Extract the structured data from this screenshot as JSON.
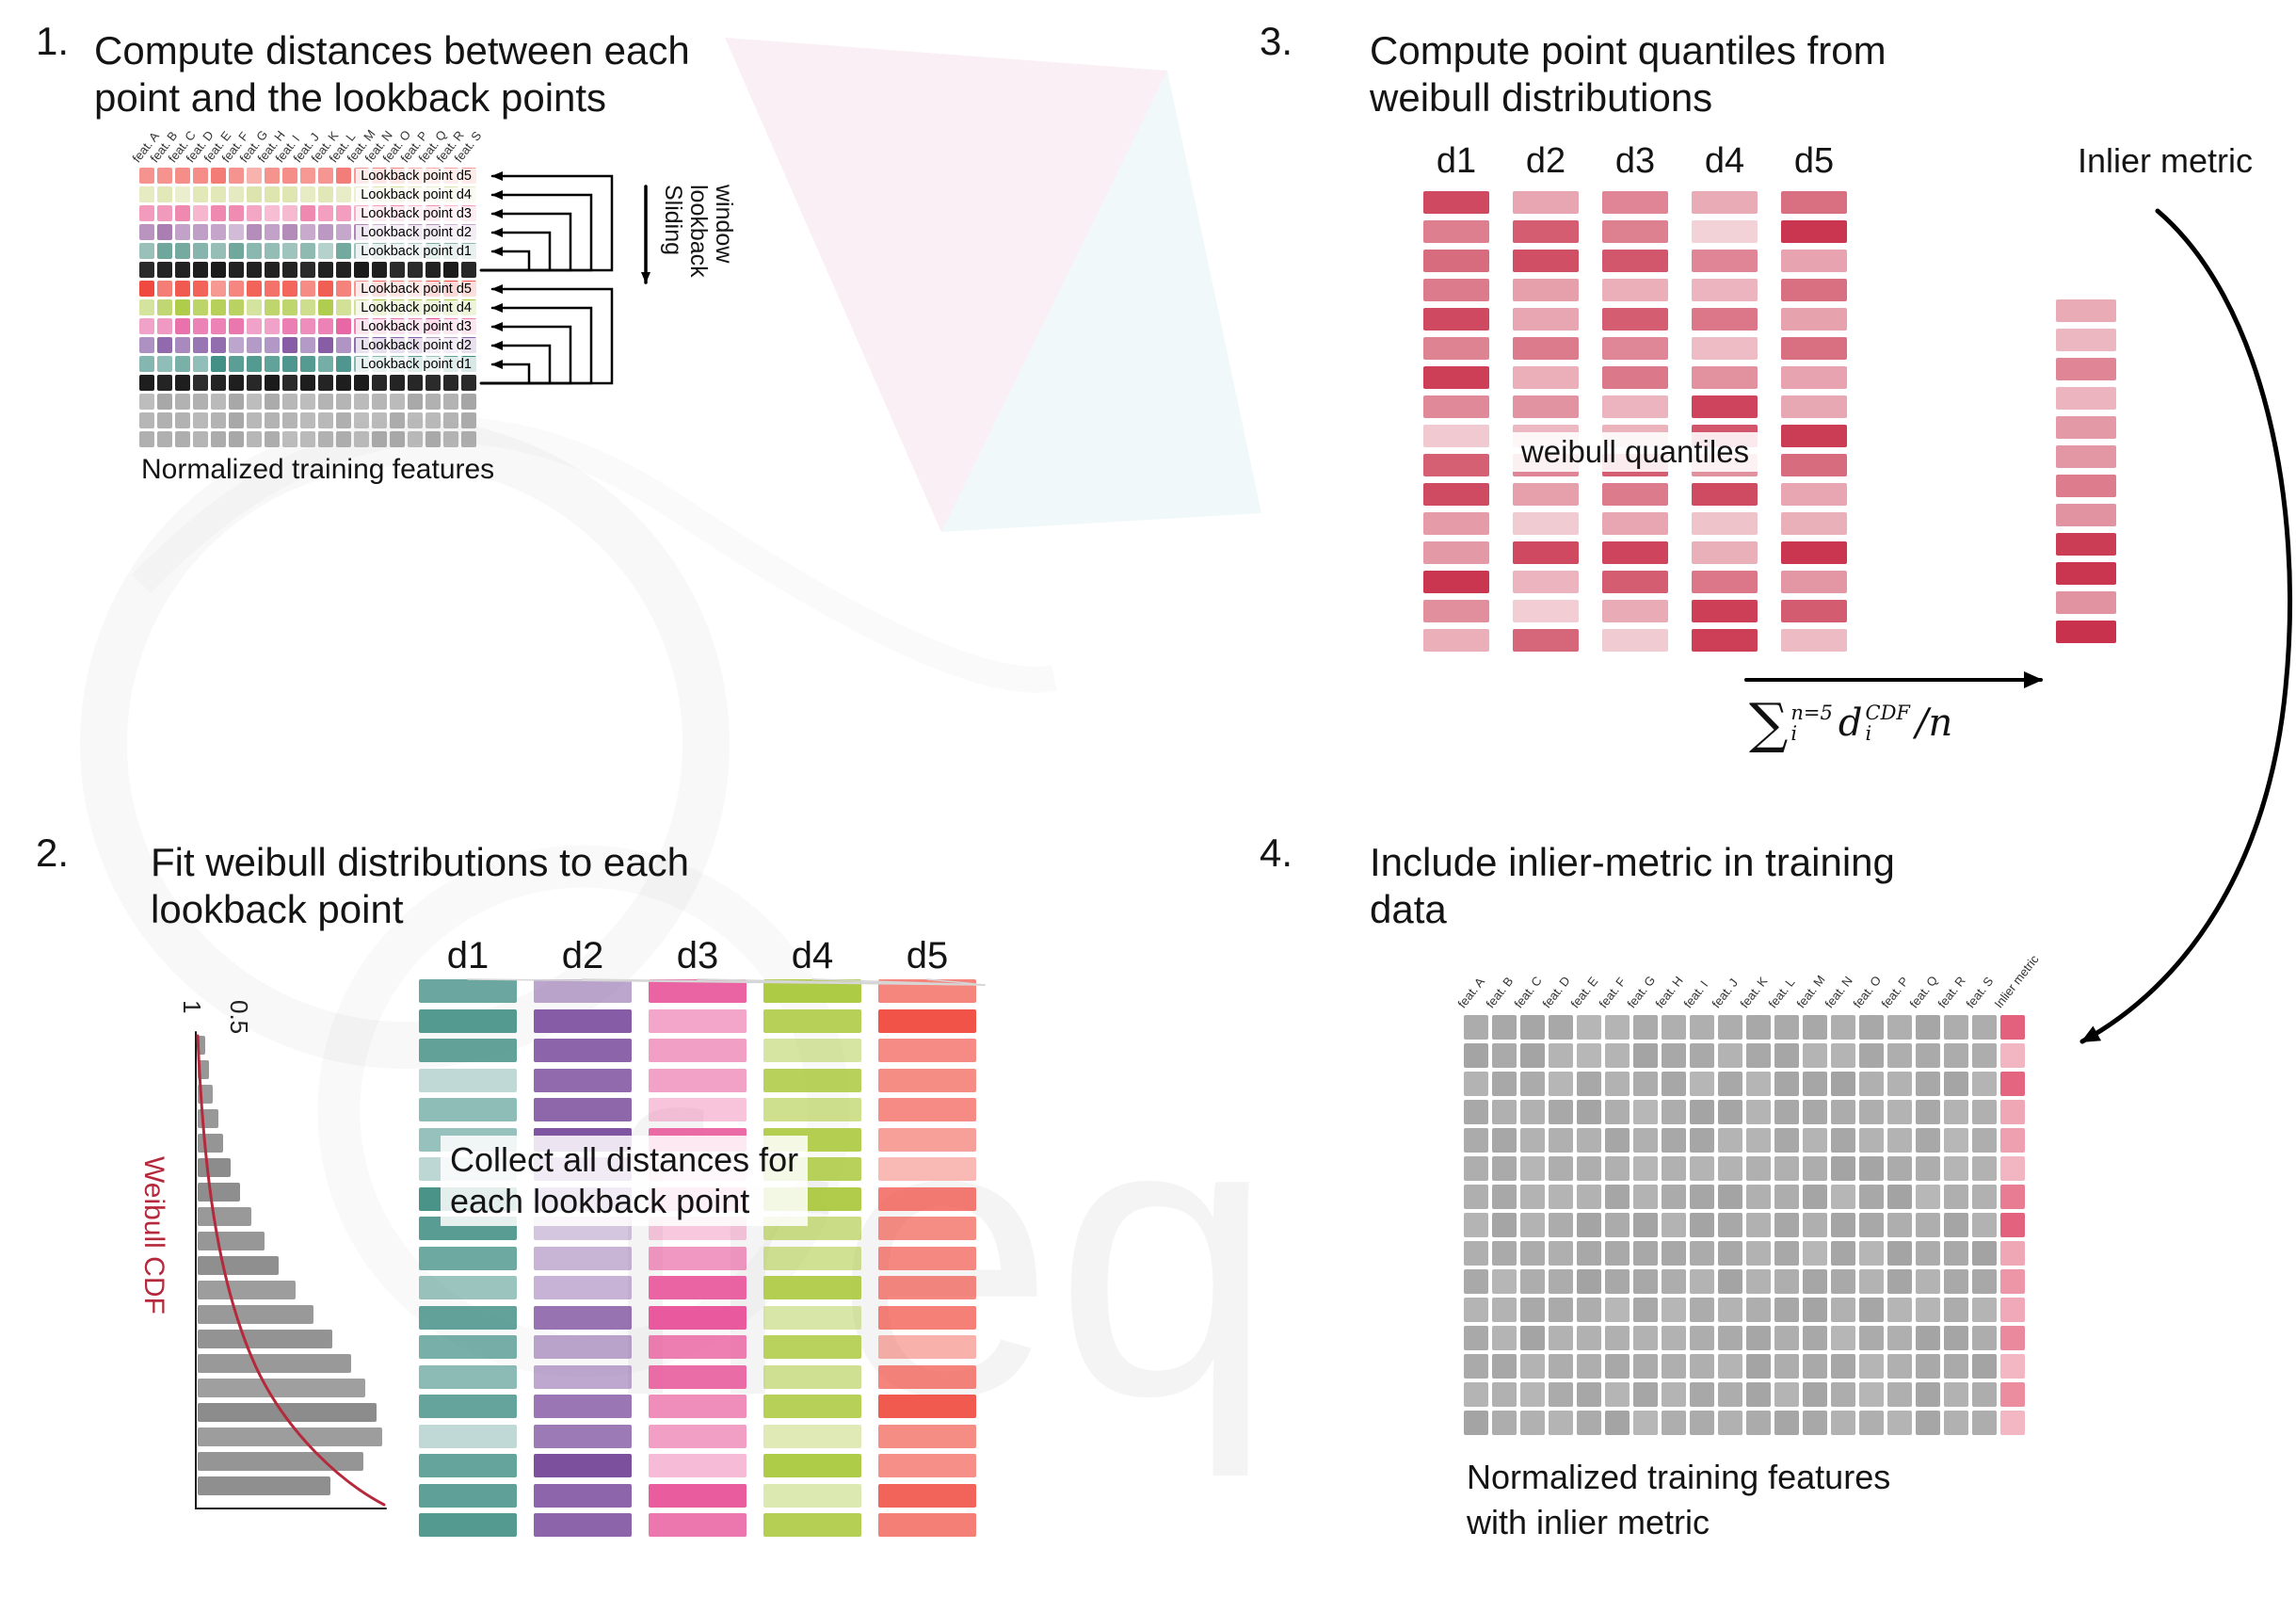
{
  "watermark": {
    "text": "freq"
  },
  "panel1": {
    "number": "1.",
    "title": [
      "Compute distances between each",
      "point and the lookback points"
    ],
    "features": [
      "feat. A",
      "feat. B",
      "feat. C",
      "feat. D",
      "feat. E",
      "feat. F",
      "feat. G",
      "feat. H",
      "feat. I",
      "feat. J",
      "feat. K",
      "feat. L",
      "feat. M",
      "feat. N",
      "feat. O",
      "feat. P",
      "feat. Q",
      "feat. R",
      "feat. S"
    ],
    "groups": [
      {
        "rows": [
          {
            "label": "Lookback point d5",
            "color": "#f2726c"
          },
          {
            "label": "Lookback point d4",
            "color": "#dbe2a6"
          },
          {
            "label": "Lookback point d3",
            "color": "#ef7fa9"
          },
          {
            "label": "Lookback point d2",
            "color": "#a97cb1"
          },
          {
            "label": "Lookback point d1",
            "color": "#6ba49a"
          }
        ]
      },
      {
        "rows": [
          {
            "label": "Lookback point d5",
            "color": "#ef4338"
          },
          {
            "label": "Lookback point d4",
            "color": "#a9c83d"
          },
          {
            "label": "Lookback point d3",
            "color": "#e44f97"
          },
          {
            "label": "Lookback point d2",
            "color": "#7b4e9d"
          },
          {
            "label": "Lookback point d1",
            "color": "#37897e"
          }
        ]
      }
    ],
    "separator_color": "#1b1b1b",
    "gray_color": "#a6a6a6",
    "gray_rows": 3,
    "caption": "Normalized training features",
    "sliding_words": [
      "Sliding",
      "lookback",
      "window"
    ]
  },
  "panel2": {
    "number": "2.",
    "title": [
      "Fit weibull distributions to each",
      "lookback point"
    ],
    "weibull_plot": {
      "ylabel": "Weibull CDF",
      "ticks": [
        "1",
        "0.5"
      ],
      "hist": [
        0.04,
        0.06,
        0.08,
        0.11,
        0.14,
        0.18,
        0.23,
        0.29,
        0.36,
        0.44,
        0.53,
        0.63,
        0.73,
        0.83,
        0.91,
        0.97,
        1.0,
        0.9,
        0.72
      ],
      "curve_color": "#b5293c",
      "bar_color": "#8a8a8a"
    },
    "columns": [
      {
        "label": "d1",
        "color": "#3f8d83"
      },
      {
        "label": "d2",
        "color": "#7b4e9d"
      },
      {
        "label": "d3",
        "color": "#e8579b"
      },
      {
        "label": "d4",
        "color": "#abc93f"
      },
      {
        "label": "d5",
        "color": "#f04a3e"
      }
    ],
    "bars_per_column": 19,
    "overlay": [
      "Collect all distances for",
      "each lookback point"
    ]
  },
  "panel3": {
    "number": "3.",
    "title": [
      "Compute point quantiles from",
      "weibull distributions"
    ],
    "columns": [
      "d1",
      "d2",
      "d3",
      "d4",
      "d5"
    ],
    "bars_per_column": 16,
    "bar_color": "#c8304a",
    "overlay": "weibull quantiles",
    "inlier_label": "Inlier metric",
    "inlier_bars": 12,
    "formula": {
      "sigma": "∑",
      "sigma_sup": "n=5",
      "sigma_sub": "i",
      "d": "d",
      "d_sup": "CDF",
      "d_sub": "i",
      "tail": "/n"
    }
  },
  "panel4": {
    "number": "4.",
    "title": [
      "Include inlier-metric in training",
      "data"
    ],
    "features": [
      "feat. A",
      "feat. B",
      "feat. C",
      "feat. D",
      "feat. E",
      "feat. F",
      "feat. G",
      "feat. H",
      "feat. I",
      "feat. J",
      "feat. K",
      "feat. L",
      "feat. M",
      "feat. N",
      "feat. O",
      "feat. P",
      "feat. Q",
      "feat. R",
      "feat. S"
    ],
    "inlier_header": "Inlier metric",
    "rows": 15,
    "gray_color": "#a3a3a3",
    "inlier_color": "#e0506e",
    "caption": [
      "Normalized training features",
      "with inlier metric"
    ]
  }
}
